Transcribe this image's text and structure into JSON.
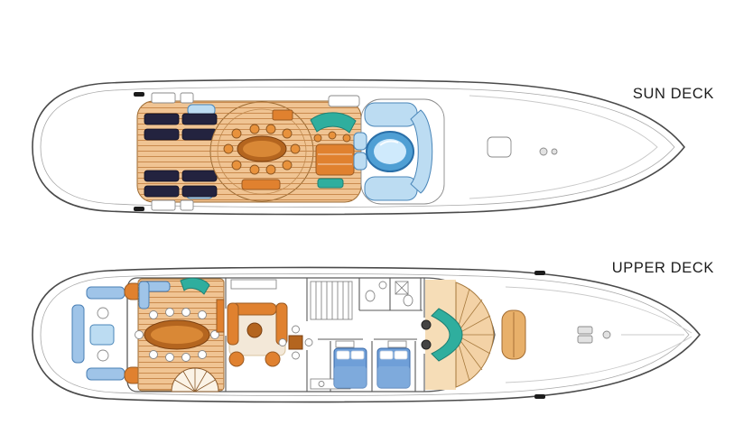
{
  "page": {
    "background": "#ffffff"
  },
  "decks": [
    {
      "id": "sun-deck",
      "label": "SUN DECK"
    },
    {
      "id": "upper-deck",
      "label": "UPPER DECK"
    }
  ],
  "palette": {
    "hull": "#4a4a4a",
    "teak": "#f0c493",
    "plank": "#c98a4e",
    "orange": "#e0812f",
    "wood": "#b4651f",
    "navy": "#23233f",
    "pool": "#4f9fd4",
    "water": "#cfeafc",
    "pad": "#bcdcf2",
    "padline": "#4a86b8",
    "teal": "#2fae9e",
    "label": "#1c1c1c"
  }
}
